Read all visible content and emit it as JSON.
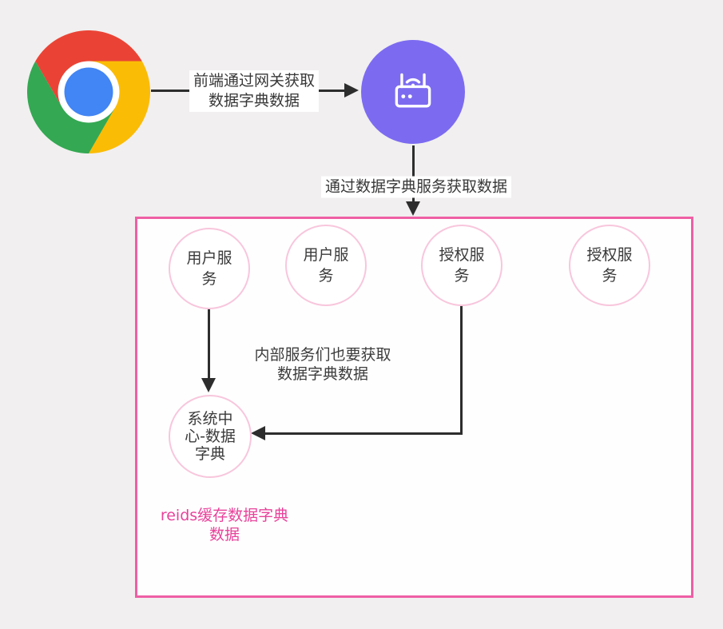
{
  "colors": {
    "page_background": "#f1efef",
    "chrome_red": "#ea4335",
    "chrome_green": "#34a853",
    "chrome_yellow": "#fbbc05",
    "chrome_blue": "#4285f4",
    "gateway_purple": "#7c6bf0",
    "box_border_pink": "#ee5fa5",
    "circle_border_pink": "#f8c6dc",
    "arrow_dark": "#2d2d2d",
    "note_pink": "#e8429b"
  },
  "nodes": {
    "browser": {
      "icon": "chrome-logo"
    },
    "gateway": {
      "icon": "wifi-router"
    },
    "services": [
      {
        "label": "用户服\n务"
      },
      {
        "label": "用户服\n务"
      },
      {
        "label": "授权服\n务"
      },
      {
        "label": "授权服\n务"
      }
    ],
    "data_dictionary": {
      "label": "系统中\n心-数据\n字典"
    }
  },
  "edge_labels": {
    "browser_to_gateway": "前端通过网关获取\n数据字典数据",
    "gateway_to_services": "通过数据字典服务获取数据",
    "internal_services_note": "内部服务们也要获取\n数据字典数据",
    "redis_note": "reids缓存数据字典\n数据"
  }
}
